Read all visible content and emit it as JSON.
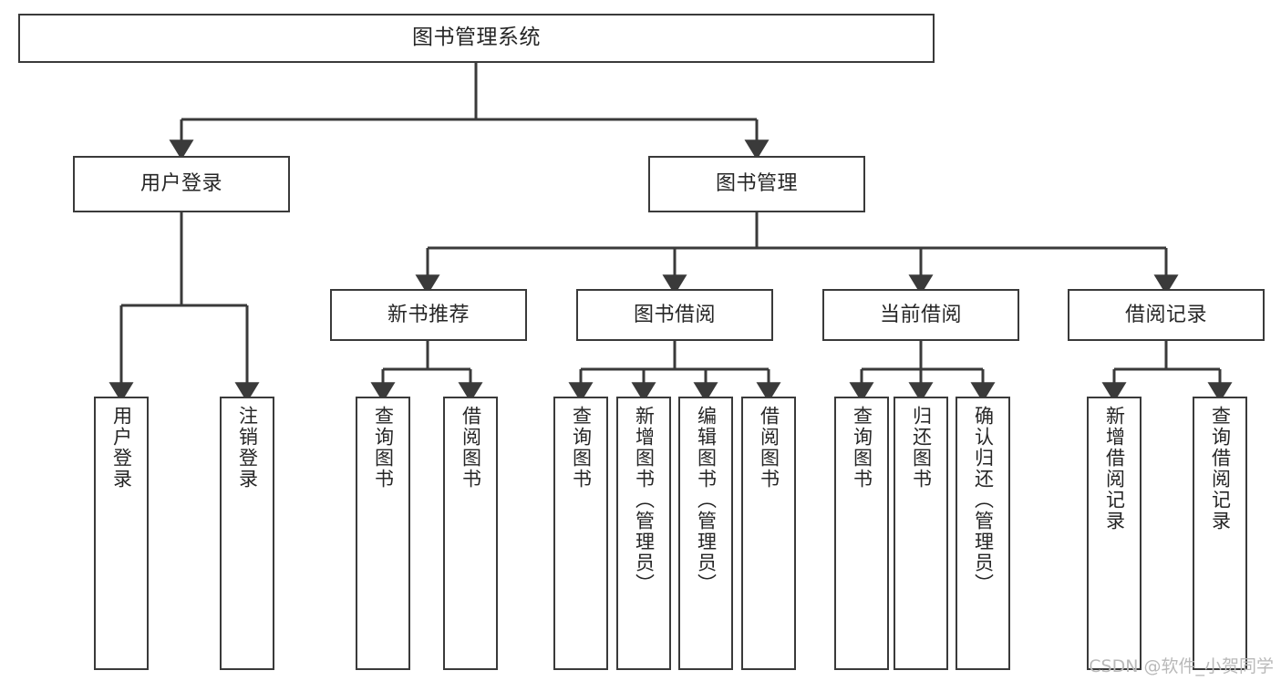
{
  "diagram": {
    "title": "图书管理系统",
    "watermark": "CSDN @软件_小贺同学",
    "colors": {
      "box_border": "#3a3a3a",
      "box_fill": "#ffffff",
      "edge": "#3a3a3a",
      "text": "#262626",
      "watermark": "#b9b9b9",
      "background": "#ffffff"
    },
    "nodes": {
      "root": {
        "label": "图书管理系统"
      },
      "level1": [
        {
          "label": "用户登录"
        },
        {
          "label": "图书管理"
        }
      ],
      "level2": [
        {
          "label": "新书推荐"
        },
        {
          "label": "图书借阅"
        },
        {
          "label": "当前借阅"
        },
        {
          "label": "借阅记录"
        }
      ],
      "leaves": {
        "user_login": [
          {
            "label": "用户登录"
          },
          {
            "label": "注销登录"
          }
        ],
        "new_book": [
          {
            "label": "查询图书"
          },
          {
            "label": "借阅图书"
          }
        ],
        "book_borrow": [
          {
            "label": "查询图书"
          },
          {
            "label": "新增图书（管理员）"
          },
          {
            "label": "编辑图书（管理员）"
          },
          {
            "label": "借阅图书"
          }
        ],
        "current_borrow": [
          {
            "label": "查询图书"
          },
          {
            "label": "归还图书"
          },
          {
            "label": "确认归还（管理员）"
          }
        ],
        "borrow_record": [
          {
            "label": "新增借阅记录"
          },
          {
            "label": "查询借阅记录"
          }
        ]
      }
    }
  }
}
